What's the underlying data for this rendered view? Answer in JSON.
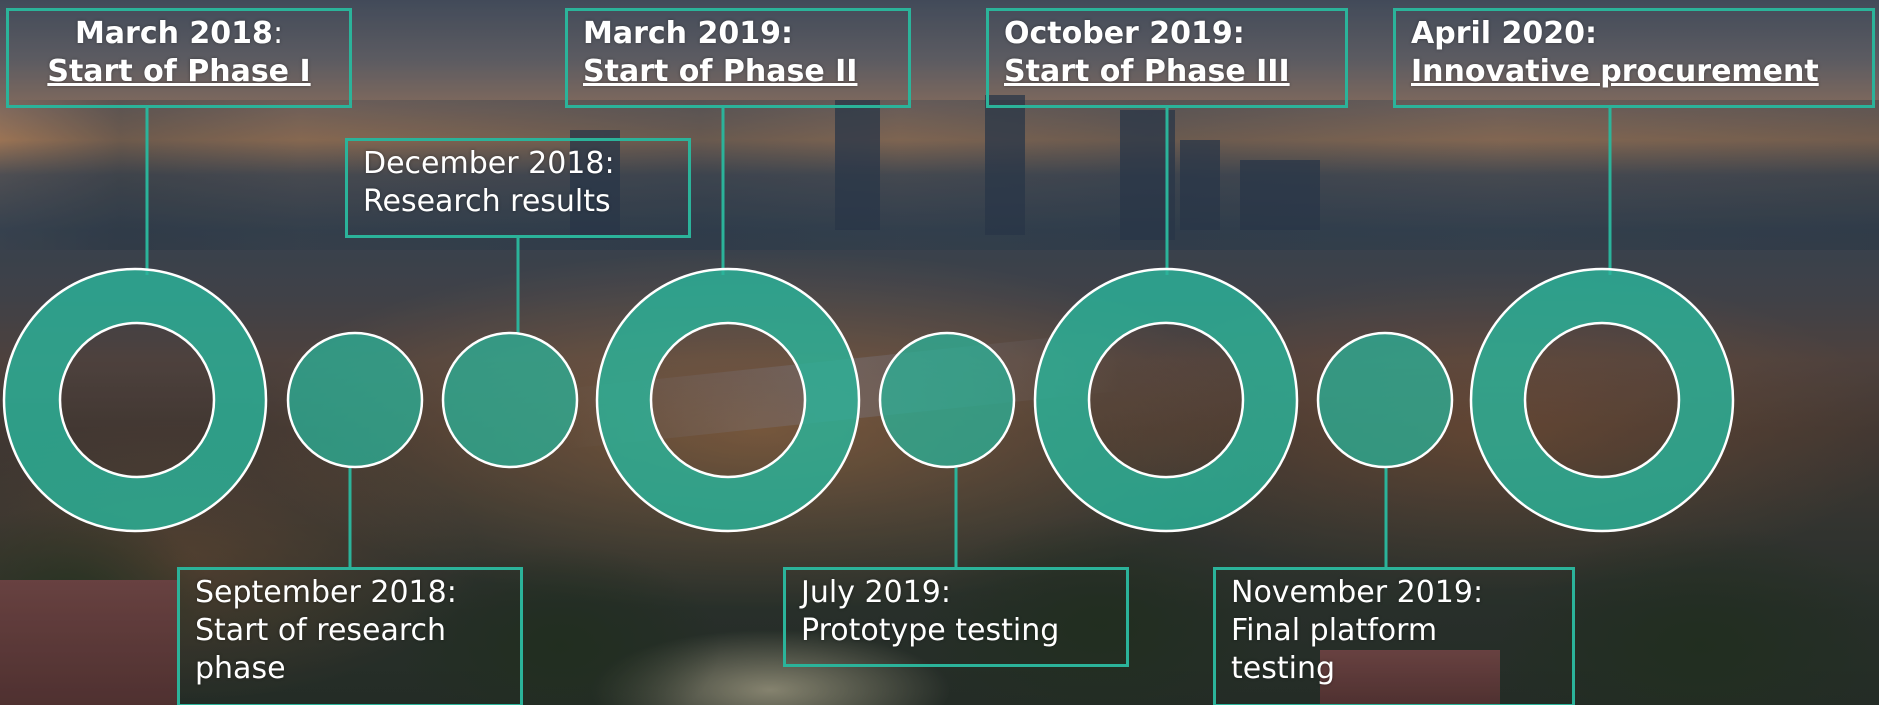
{
  "accent_color": "#2bb39a",
  "milestones": [
    {
      "date": "March 2018",
      "separator": ":",
      "title": "Start of Phase I",
      "kind": "major"
    },
    {
      "date": "September 2018:",
      "title": "Start of research",
      "title2": "phase",
      "kind": "minor"
    },
    {
      "date": "December 2018:",
      "title": "Research results",
      "kind": "minor"
    },
    {
      "date": "March 2019:",
      "title": "Start of Phase II",
      "kind": "major"
    },
    {
      "date": "July 2019:",
      "title": "Prototype testing",
      "kind": "minor"
    },
    {
      "date": "October 2019:",
      "title": "Start of Phase III",
      "kind": "major"
    },
    {
      "date": "November 2019:",
      "title": "Final platform",
      "title2": "testing",
      "kind": "minor"
    },
    {
      "date": "April 2020:",
      "title": "Innovative procurement",
      "kind": "major"
    }
  ]
}
